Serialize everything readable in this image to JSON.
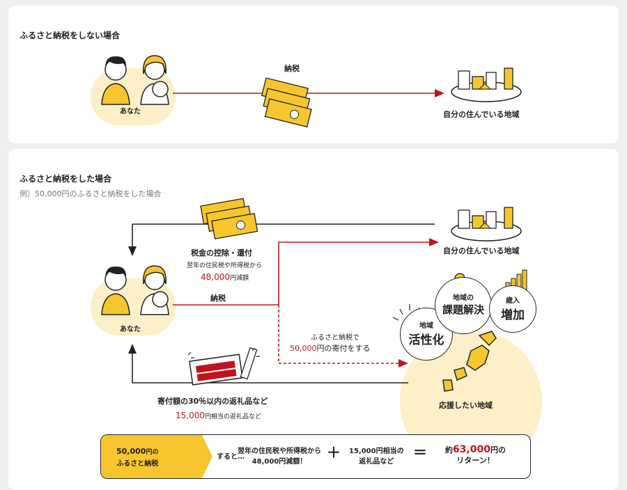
{
  "section1": {
    "title": "ふるさと納税をしない場合",
    "person_label": "あなた",
    "arrow_label": "納税",
    "destination_label": "自分の住んでいる地域"
  },
  "section2": {
    "title": "ふるさと納税をした場合",
    "example": "例）50,000円のふるさと納税をした場合",
    "person_label": "あなた",
    "deduction_title": "税金の控除・還付",
    "deduction_sub": "翌年の住民税や所得税から",
    "deduction_amount": "48,000",
    "deduction_amount_suffix": "円減額",
    "tax_label": "納税",
    "destination_label": "自分の住んでいる地域",
    "donation_line1": "ふるさと納税で",
    "donation_amount": "50,000",
    "donation_line2": "円の寄付をする",
    "gift_title": "寄付額の30％以内の返礼品など",
    "gift_amount": "15,000",
    "gift_sub": "円相当の返礼品など",
    "region_label": "応援したい地域",
    "bubbles": {
      "katsusei_small": "地域",
      "katsusei_large": "活性化",
      "kadai_small": "地域の",
      "kadai_large": "課題解決",
      "zoka_small": "歳入",
      "zoka_large": "増加"
    }
  },
  "summary": {
    "amount": "50,000",
    "amount_suffix": "円の",
    "amount_line2": "ふるさと納税",
    "then": "すると…",
    "result1_line1": "翌年の住民税や所得税から",
    "result1_line2": "48,000円減額！",
    "plus": "＋",
    "result2_line1": "15,000円相当の",
    "result2_line2": "返礼品など",
    "equals": "＝",
    "total_prefix": "約",
    "total_amount": "63,000",
    "total_suffix": "円の",
    "total_line2": "リターン！"
  },
  "colors": {
    "accent_red": "#c0141c",
    "accent_yellow": "#f7c62f",
    "pale_yellow": "#fdf0c8",
    "card_bg": "#ffffff",
    "page_bg": "#efefef"
  },
  "icons": [
    "couple-icon",
    "money-bills-icon",
    "town-icon",
    "gift-box-icon",
    "japan-map-icon",
    "lightbulb-icon",
    "bar-chart-icon",
    "sparkle-icon"
  ]
}
